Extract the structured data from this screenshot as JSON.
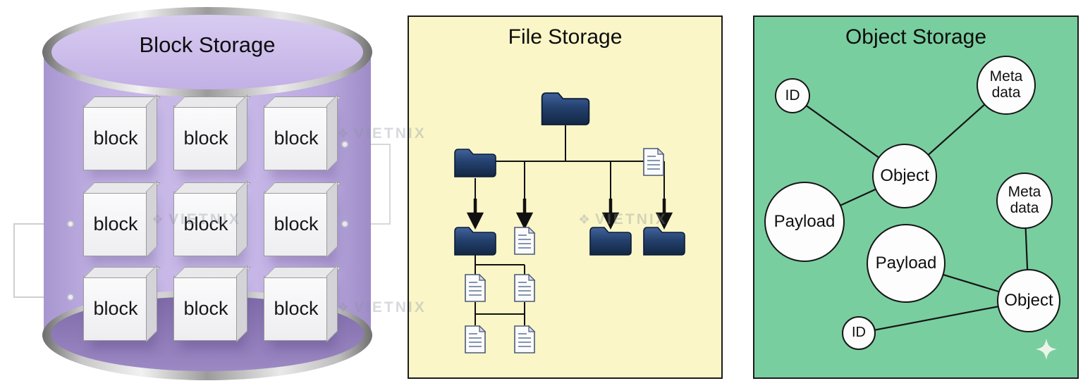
{
  "watermark": {
    "icon": "❖",
    "text": "VIETNIX"
  },
  "block_storage": {
    "title": "Block Storage",
    "blocks": [
      "block",
      "block",
      "block",
      "block",
      "block",
      "block",
      "block",
      "block",
      "block"
    ]
  },
  "file_storage": {
    "title": "File Storage",
    "icons": {
      "folder": "folder-icon",
      "document": "document-icon",
      "arrow": "down-arrow-icon"
    }
  },
  "object_storage": {
    "title": "Object Storage",
    "nodes": [
      {
        "id": "id-1",
        "lines": [
          "ID"
        ]
      },
      {
        "id": "metadata-1",
        "lines": [
          "Meta",
          "data"
        ]
      },
      {
        "id": "object-1",
        "lines": [
          "Object"
        ]
      },
      {
        "id": "payload-1",
        "lines": [
          "Payload"
        ]
      },
      {
        "id": "metadata-2",
        "lines": [
          "Meta",
          "data"
        ]
      },
      {
        "id": "payload-2",
        "lines": [
          "Payload"
        ]
      },
      {
        "id": "object-2",
        "lines": [
          "Object"
        ]
      },
      {
        "id": "id-2",
        "lines": [
          "ID"
        ]
      }
    ],
    "icons": {
      "sparkle": "sparkle-icon"
    }
  },
  "colors": {
    "cylinder_purple": "#c7b7e6",
    "cylinder_bottom_purple": "#8d7ab6",
    "rim_silver": "#c8c8c8",
    "file_panel_yellow": "#faf6c8",
    "object_panel_green": "#79ce9f",
    "folder_navy": "#1d3558",
    "outline_black": "#1c1c1c"
  }
}
